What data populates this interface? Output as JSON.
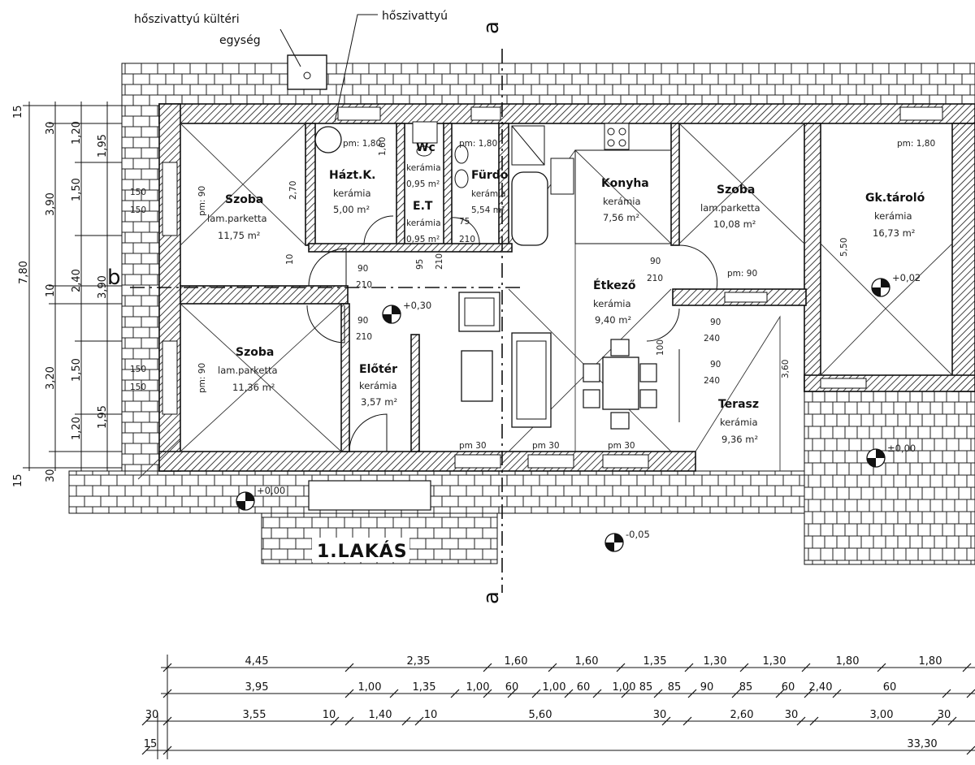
{
  "title": "1.LAKÁS",
  "section_marks": {
    "a": "a",
    "b": "b"
  },
  "annotations": {
    "outdoor_unit": [
      "hőszivattyú kültéri",
      "egység"
    ],
    "heat_pump": "hőszivattyú"
  },
  "rooms": [
    {
      "id": "szoba1",
      "name": "Szoba",
      "floor": "lam.parketta",
      "area": "11,75 m²"
    },
    {
      "id": "haztk",
      "name": "Házt.K.",
      "floor": "kerámia",
      "area": "5,00 m²"
    },
    {
      "id": "wc",
      "name": "Wc",
      "floor": "kerámia",
      "area": "0,95 m²"
    },
    {
      "id": "et",
      "name": "E.T",
      "floor": "kerámia",
      "area": "0,95 m²"
    },
    {
      "id": "furdo",
      "name": "Fürdo",
      "floor": "kerámia",
      "area": "5,54 m²"
    },
    {
      "id": "konyha",
      "name": "Konyha",
      "floor": "kerámia",
      "area": "7,56 m²"
    },
    {
      "id": "szoba2",
      "name": "Szoba",
      "floor": "lam.parketta",
      "area": "10,08 m²"
    },
    {
      "id": "gktarolo",
      "name": "Gk.tároló",
      "floor": "kerámia",
      "area": "16,73 m²"
    },
    {
      "id": "szoba3",
      "name": "Szoba",
      "floor": "lam.parketta",
      "area": "11,36 m²"
    },
    {
      "id": "eloter",
      "name": "Előtér",
      "floor": "kerámia",
      "area": "3,57 m²"
    },
    {
      "id": "etkezo",
      "name": "Étkező",
      "floor": "kerámia",
      "area": "9,40 m²"
    },
    {
      "id": "terasz",
      "name": "Terasz",
      "floor": "kerámia",
      "area": "9,36 m²"
    }
  ],
  "levels": [
    "+0,30",
    "+0,02",
    "±0,00",
    "+0,00",
    "-0,05"
  ],
  "small_labels": {
    "pm180": "pm: 1,80",
    "pm90": "pm: 90",
    "pm30": "pm 30",
    "lbl90": "90",
    "lbl210": "210",
    "lbl240": "240",
    "lbl150": "150",
    "lbl10": "10",
    "lbl95": "95",
    "lbl75": "75",
    "lbl160": "1,60",
    "lbl270": "2,70",
    "lbl550": "5,50",
    "lbl360": "3,60",
    "lbl100": "100"
  },
  "left_dims": {
    "outer": [
      "15",
      "7,80",
      "15"
    ],
    "mid": [
      "30",
      "3,90",
      "10",
      "3,20",
      "30"
    ],
    "inner": [
      "1,20",
      "1,50",
      "2,40",
      "1,50",
      "1,20"
    ],
    "col4": [
      "1,95",
      "3,90",
      "1,95"
    ]
  },
  "bottom_dims": {
    "row1": [
      "4,45",
      "2,35",
      "1,60",
      "1,60",
      "1,35",
      "1,30",
      "1,30",
      "1,80",
      "1,80"
    ],
    "row2": [
      "3,95",
      "1,00",
      "1,35",
      "1,00",
      "60",
      "1,00",
      "60",
      "1,00",
      "85",
      "85",
      "90",
      "85",
      "60",
      "2,40",
      "60"
    ],
    "row3": [
      "30",
      "3,55",
      "10",
      "1,40",
      "10",
      "5,60",
      "30",
      "2,60",
      "30",
      "3,00",
      "30"
    ],
    "row4": [
      "15",
      "33,30"
    ]
  }
}
